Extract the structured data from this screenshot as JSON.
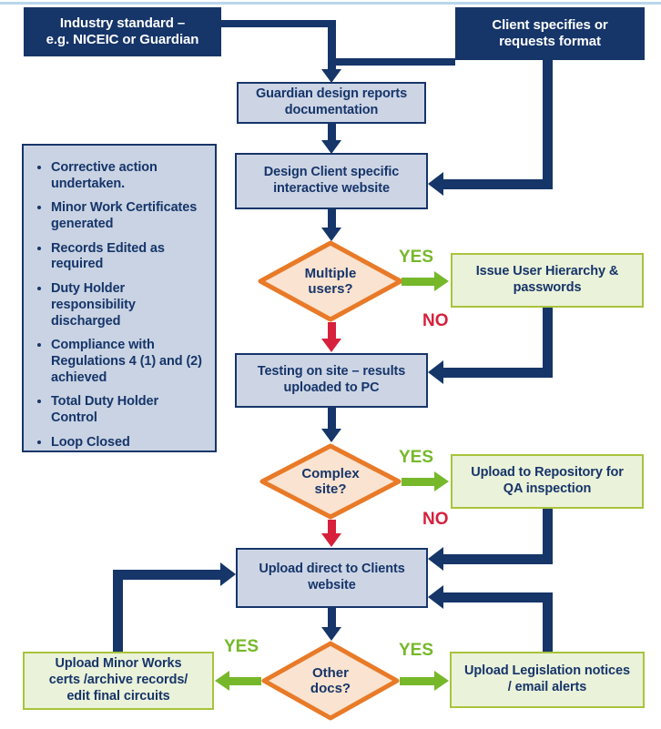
{
  "colors": {
    "navy": "#163569",
    "flow_box_fill": "#cdd5e5",
    "green_box_fill": "#ebf2da",
    "green_box_border": "#a8c43c",
    "diamond_border_orange": "#e87a28",
    "diamond_fill": "#fae3d0",
    "yes_green": "#76b82a",
    "no_red": "#d6203c",
    "top_rule_blue": "#b9d6ec"
  },
  "nodes": {
    "industry_standard": {
      "label": "Industry standard –\ne.g. NICEIC or Guardian"
    },
    "client_specifies": {
      "label": "Client specifies or\nrequests format"
    },
    "guardian_design": {
      "label": "Guardian design reports\ndocumentation"
    },
    "design_client": {
      "label": "Design Client specific\ninteractive website"
    },
    "multiple_users": {
      "label": "Multiple\nusers?"
    },
    "issue_hierarchy": {
      "label": "Issue User Hierarchy &\npasswords"
    },
    "testing_on_site": {
      "label": "Testing on site – results\nuploaded to PC"
    },
    "complex_site": {
      "label": "Complex\nsite?"
    },
    "upload_repository": {
      "label": "Upload to Repository for\nQA inspection"
    },
    "upload_direct": {
      "label": "Upload direct to Clients\nwebsite"
    },
    "other_docs": {
      "label": "Other\ndocs?"
    },
    "upload_minor_works": {
      "label": "Upload Minor Works\ncerts /archive records/\nedit final circuits"
    },
    "upload_legislation": {
      "label": "Upload Legislation notices\n/ email alerts"
    }
  },
  "notes": {
    "items": [
      "Corrective action undertaken.",
      "Minor Work Certificates generated",
      "Records Edited as required",
      "Duty Holder responsibility discharged",
      "Compliance with Regulations 4 (1) and (2) achieved",
      "Total Duty Holder Control",
      "Loop Closed"
    ]
  },
  "labels": {
    "yes": "YES",
    "no": "NO"
  }
}
